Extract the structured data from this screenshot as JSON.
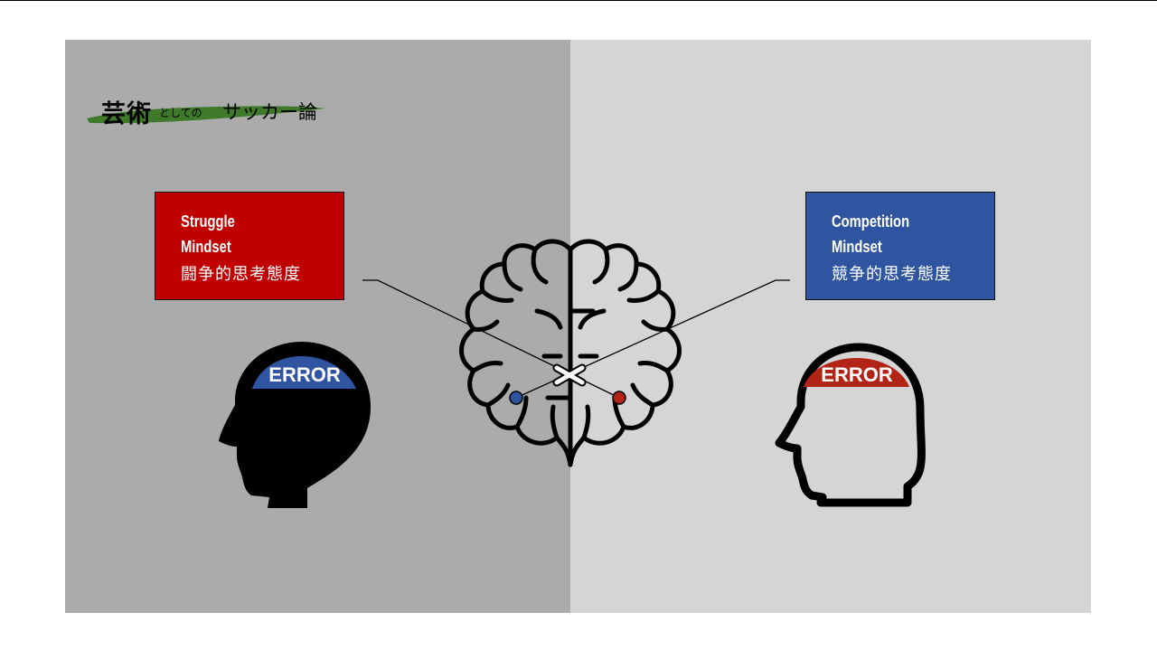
{
  "logo": {
    "main": "芸術",
    "sub": "としての",
    "tail": "サッカー論"
  },
  "left_box": {
    "line1": "Struggle",
    "line2": "Mindset",
    "line3": "闘争的思考態度",
    "color": "#c00000"
  },
  "right_box": {
    "line1": "Competition",
    "line2": "Mindset",
    "line3": "競争的思考態度",
    "color": "#2f55a0"
  },
  "left_head": {
    "label": "ERROR",
    "badge_color": "#2f55a0"
  },
  "right_head": {
    "label": "ERROR",
    "badge_color": "#b22516"
  },
  "colors": {
    "left_panel": "#ababab",
    "right_panel": "#d6d5d6",
    "brush": "#3f7a2a",
    "left_dot": "#2f55a0",
    "right_dot": "#b22516"
  }
}
